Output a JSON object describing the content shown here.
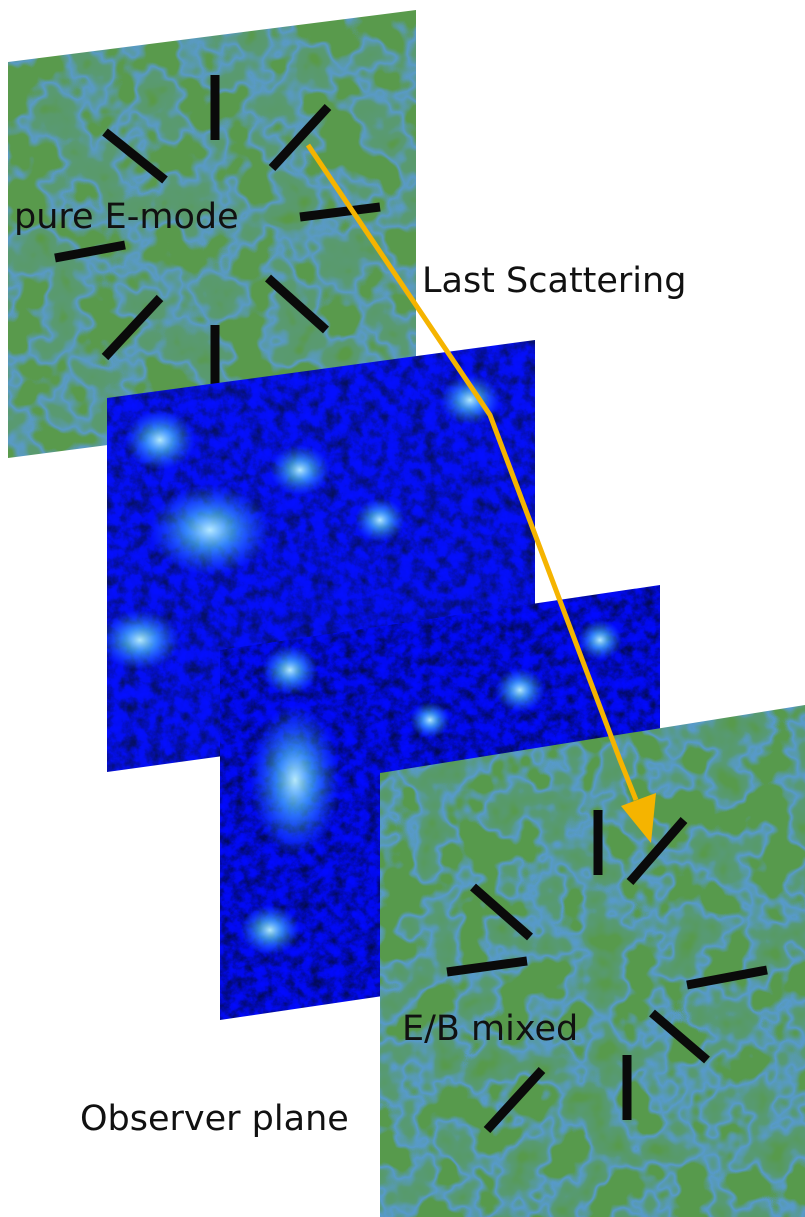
{
  "labels": {
    "top_panel": "pure E-mode",
    "last_scattering": "Last Scattering",
    "bottom_panel": "E/B mixed",
    "observer": "Observer plane"
  },
  "panels": [
    {
      "name": "last-scattering-map",
      "kind": "CMB polarization map, pure E-mode pattern"
    },
    {
      "name": "lensing-plane-1",
      "kind": "large-scale structure (blue)"
    },
    {
      "name": "lensing-plane-2",
      "kind": "large-scale structure (blue)"
    },
    {
      "name": "observer-map",
      "kind": "CMB polarization map, E/B mixed pattern"
    }
  ],
  "colors": {
    "arrow": "#f5b400",
    "stick": "#0a0a0a",
    "map_orange": "#f29a45",
    "map_green": "#7fb36b",
    "map_blue": "#4b83c2",
    "lss_dark": "#071f66",
    "lss_bright": "#5fd3ff"
  }
}
